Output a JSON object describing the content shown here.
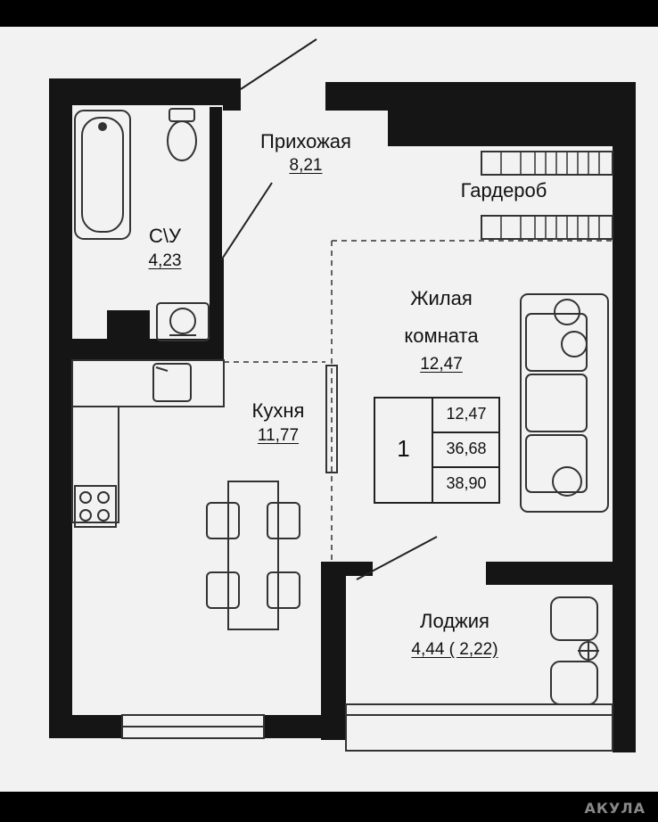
{
  "rooms": {
    "hallway": {
      "name": "Прихожая",
      "area": "8,21"
    },
    "wardrobe": {
      "name": "Гардероб"
    },
    "bathroom": {
      "name": "С\\У",
      "area": "4,23"
    },
    "living": {
      "name_line1": "Жилая",
      "name_line2": "комната",
      "area": "12,47"
    },
    "kitchen": {
      "name": "Кухня",
      "area": "11,77"
    },
    "loggia": {
      "name": "Лоджия",
      "area": "4,44 ( 2,22)"
    }
  },
  "legend": {
    "rooms_count": "1",
    "living_area": "12,47",
    "total_area": "36,68",
    "total_with_loggia": "38,90"
  },
  "watermark": "АКУЛА"
}
